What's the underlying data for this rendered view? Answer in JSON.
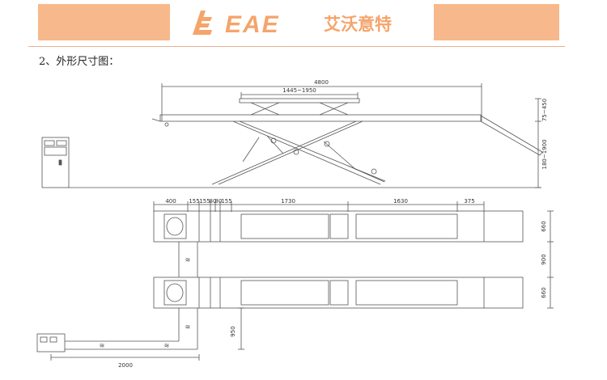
{
  "header": {
    "brand_latin": "EAE",
    "brand_chinese": "艾沃意特",
    "accent_color": "#f7b98b",
    "logo_icon": "eae-logo-icon"
  },
  "section_heading": "2、外形尺寸图：",
  "dimensions": {
    "overall_length": "4800",
    "platform_extension": "1445~1950",
    "lift_height_top": "75~450",
    "lift_height_main": "180~1900",
    "segment_400": "400",
    "segment_155_a": "155",
    "segment_155_b": "155",
    "segment_80": "80",
    "segment_80_b": "80",
    "segment_155_c": "155",
    "segment_1730": "1730",
    "segment_1630": "1630",
    "segment_375": "375",
    "platform_width_top": "660",
    "platform_gap": "900",
    "platform_width_bottom": "660",
    "console_offset": "950",
    "hose_length": "2000"
  }
}
